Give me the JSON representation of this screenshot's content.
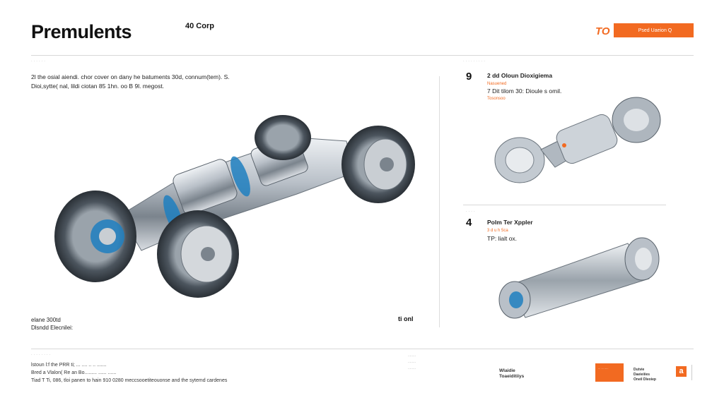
{
  "header": {
    "title": "Premulents",
    "corp": "40 Corp",
    "to_label": "TO",
    "button_label": "Psed  Uaeion Q"
  },
  "intro": {
    "line1": "2l the osial aiendi.  chor cover  on dany he batuments 30d,  connum(tem). S.",
    "line2": "Dioi,sytte( nal,  lildi ciotan 85 1hn.  oo B 9l.  megost."
  },
  "main": {
    "bottom_line1": "elane 300td",
    "bottom_line2": "Dlsndd Elecnilei:",
    "dim_label": "ti onl"
  },
  "card1": {
    "number": "9",
    "title": "2 dd Oloun Dioxigiema",
    "sub1": "Nasuened",
    "desc": "7 Dit tilom 30: Dioule s omil.",
    "sub2": "Tosonsoo"
  },
  "card2": {
    "number": "4",
    "title": "Polm Ter Xppler",
    "sub1": "3 d u h 5ca",
    "desc": "TP: lialt ox."
  },
  "footer": {
    "left_line1": "lstoun l:f  the PRR ti;   ...  ....  .. ..  .......",
    "left_line2": "Bred  a Vlalon( Re an Bo.........  ......  ......",
    "left_line3": "Tiad  T Ti, 086,  tloi  panen to hain  910 0280  meccsooetiteouonse  and the sytemd cardenes",
    "mid_line1": "........",
    "mid_line2": "........",
    "mid_line3": "........",
    "right_line1": "Wlaidie",
    "right_line2": "Toaeiditiiys",
    "orange_box_text": "... ... .....",
    "brand_line1": "Dutvie",
    "brand_line2": "Daeieiiies",
    "brand_line3": "Oneil Dleoiep",
    "logo_letter": "a"
  },
  "colors": {
    "accent": "#f26a21",
    "text": "#111111",
    "rule": "#d8d8d8"
  }
}
